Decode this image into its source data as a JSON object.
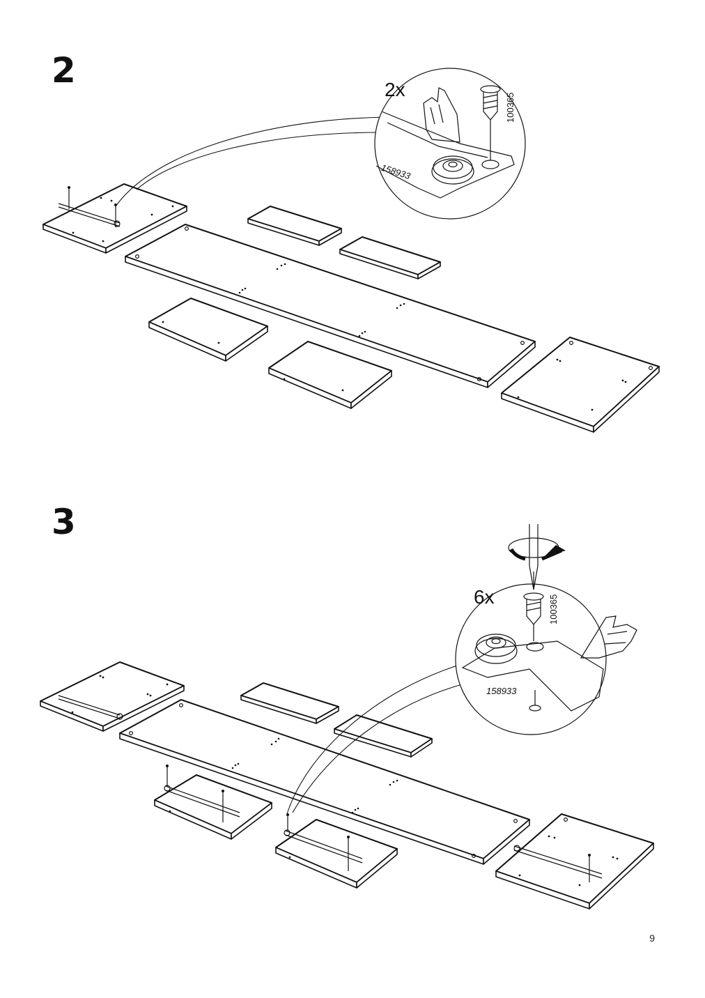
{
  "steps": [
    {
      "number": "2",
      "quantity": "2x",
      "parts": [
        {
          "part_number": "100365",
          "kind": "screw"
        },
        {
          "part_number": "158933",
          "kind": "bracket"
        }
      ]
    },
    {
      "number": "3",
      "quantity": "6x",
      "parts": [
        {
          "part_number": "100365",
          "kind": "screw"
        },
        {
          "part_number": "158933",
          "kind": "bracket"
        }
      ]
    }
  ],
  "page_number": "9"
}
